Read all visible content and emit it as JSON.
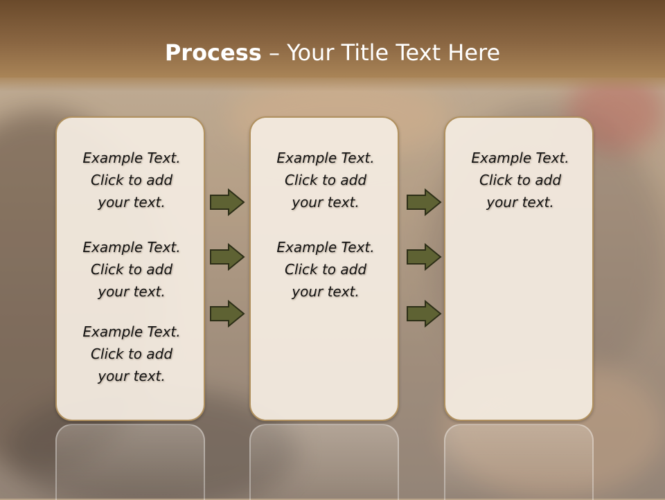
{
  "slide": {
    "title_strong": "Process",
    "title_rest": " – Your Title Text Here"
  },
  "columns": [
    {
      "items": [
        [
          "Example Text.",
          "Click  to add",
          "your text."
        ],
        [
          "Example Text.",
          "Click  to add",
          "your text."
        ],
        [
          "Example Text.",
          "Click  to add",
          "your text."
        ]
      ]
    },
    {
      "items": [
        [
          "Example Text.",
          "Click  to add",
          "your text."
        ],
        [
          "Example Text.",
          "Click  to add",
          "your text."
        ]
      ]
    },
    {
      "items": [
        [
          "Example Text.",
          "Click  to add",
          "your text."
        ]
      ]
    }
  ],
  "colors": {
    "arrow_fill": "#5e6233",
    "arrow_stroke": "#2c2e17",
    "box_border": "#b0905e",
    "title_bar": "#8a6642"
  },
  "icons": {
    "arrow": "right-arrow-icon"
  }
}
